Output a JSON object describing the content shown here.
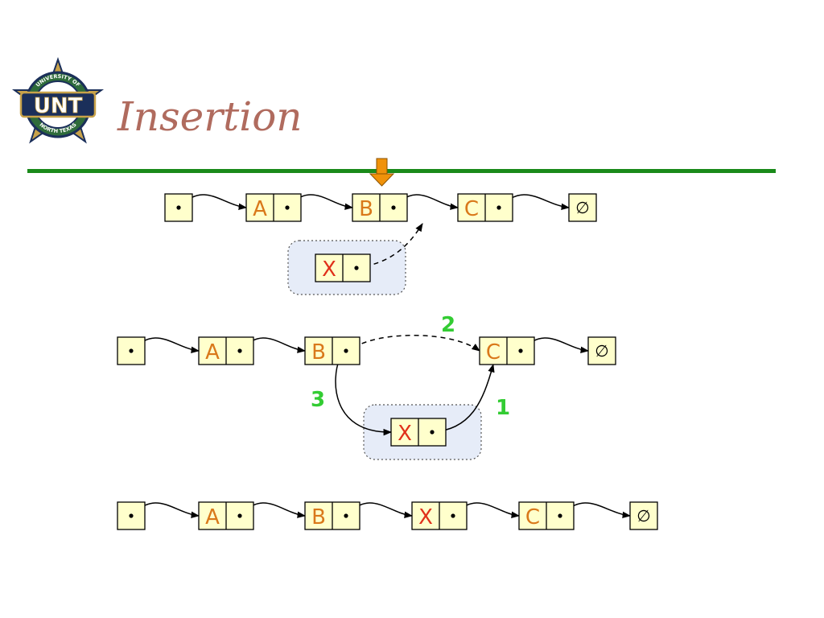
{
  "slide": {
    "title": "Insertion",
    "title_color": "#B06B5E",
    "divider_color": "#1A8A1A",
    "pointer_color": "#F0920A"
  },
  "logo": {
    "text": "UNT",
    "ring_top": "UNIVERSITY OF",
    "ring_bottom": "NORTH TEXAS",
    "colors": {
      "navy": "#1B2F5A",
      "gold": "#C8A24A",
      "green": "#2E6B3A"
    }
  },
  "colors": {
    "node_fill": "#FFFFCC",
    "label_orange": "#D9781A",
    "label_red": "#E0301A",
    "step_green": "#33CC33",
    "highlight_fill": "#E6ECF8"
  },
  "diagram": {
    "null_symbol": "∅",
    "row1": {
      "nodes": [
        {
          "kind": "head"
        },
        {
          "kind": "node",
          "label": "A"
        },
        {
          "kind": "node",
          "label": "B"
        },
        {
          "kind": "node",
          "label": "C"
        },
        {
          "kind": "null"
        }
      ],
      "new_node": {
        "label": "X"
      }
    },
    "row2": {
      "nodes": [
        {
          "kind": "head"
        },
        {
          "kind": "node",
          "label": "A"
        },
        {
          "kind": "node",
          "label": "B"
        },
        {
          "kind": "node",
          "label": "C"
        },
        {
          "kind": "null"
        }
      ],
      "new_node": {
        "label": "X"
      },
      "steps": [
        "1",
        "2",
        "3"
      ]
    },
    "row3": {
      "nodes": [
        {
          "kind": "head"
        },
        {
          "kind": "node",
          "label": "A"
        },
        {
          "kind": "node",
          "label": "B"
        },
        {
          "kind": "node",
          "label": "X"
        },
        {
          "kind": "node",
          "label": "C"
        },
        {
          "kind": "null"
        }
      ]
    }
  }
}
